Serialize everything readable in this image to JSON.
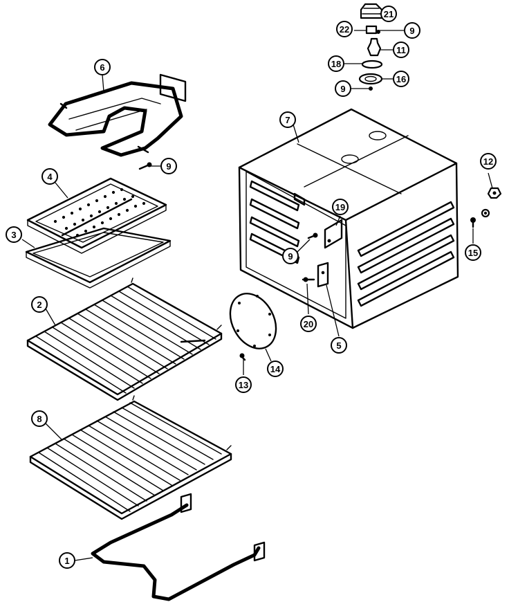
{
  "callouts": {
    "c1": "1",
    "c2": "2",
    "c3": "3",
    "c4": "4",
    "c5": "5",
    "c6": "6",
    "c7": "7",
    "c8": "8",
    "c9a": "9",
    "c9b": "9",
    "c9c": "9",
    "c9d": "9",
    "c11": "11",
    "c12": "12",
    "c13": "13",
    "c14": "14",
    "c15": "15",
    "c16": "16",
    "c18": "18",
    "c19": "19",
    "c20": "20",
    "c21": "21",
    "c22": "22"
  }
}
